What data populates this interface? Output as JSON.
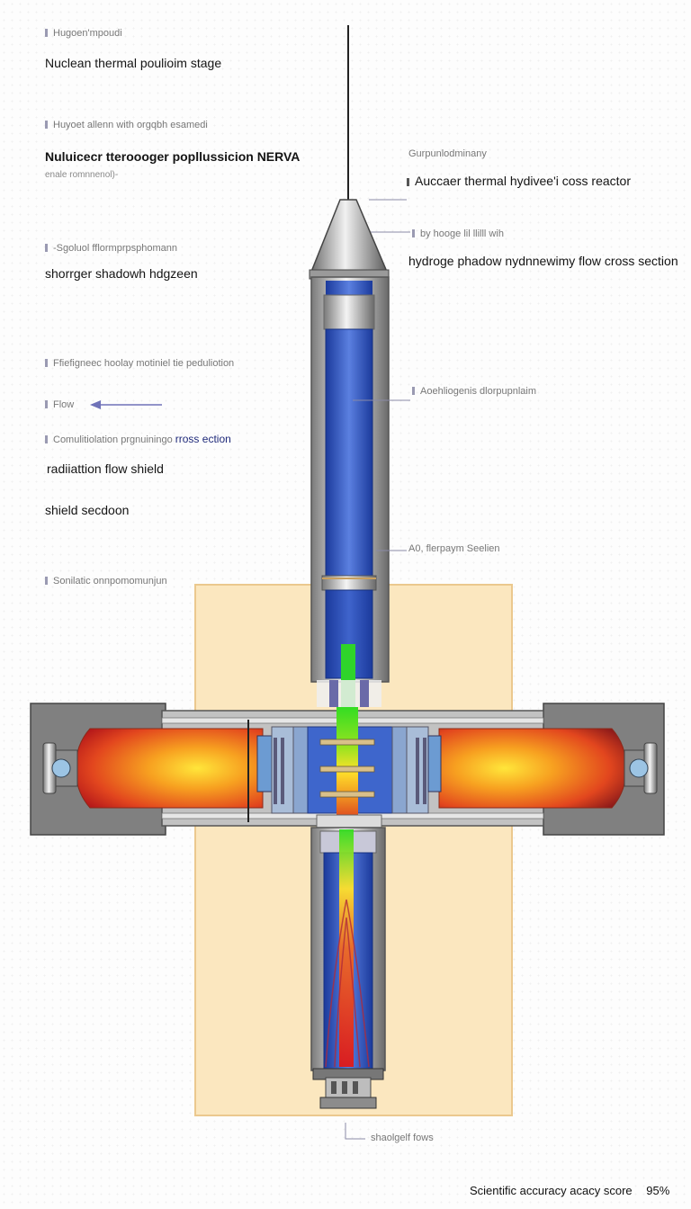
{
  "left_labels": [
    {
      "id": "hydrogen-input",
      "small": "Hugoen'mpoudi",
      "main": "Nuclean thermal poulioim stage"
    },
    {
      "id": "hydrogen-alternative",
      "small": "Huyoet allenn with orgqbh esamedi",
      "main": "Nuluicecr tteroooger popllussicion NERVA",
      "sub": "enale romnnenol)-"
    },
    {
      "id": "shadow-hydrogen",
      "small": "-Sgoluol fflormprpsphomann",
      "main": "shorrger shadowh hdgzeen"
    },
    {
      "id": "flow-propulsion",
      "small": "Ffiefigneec hoolay motiniel tie peduliotion"
    },
    {
      "id": "flow-arrow",
      "small": "Flow"
    },
    {
      "id": "radiation-cross-section",
      "small": "Comulitiolation prgnuiningo",
      "highlight": "rross ection",
      "main": "radiiattion flow  shield"
    },
    {
      "id": "shield-section",
      "main": "shield secdoon"
    },
    {
      "id": "synthetic-component",
      "small": "Sonilatic onnpomomunjun"
    }
  ],
  "right_labels": [
    {
      "id": "nuclear-thermal-reactor",
      "small": "Gurpunlodminany",
      "main": "Auccaer thermal hydivee'i coss reactor"
    },
    {
      "id": "hydrogen-shadow-flow",
      "small": "by hooge lil llilll wih",
      "main": "hydroge phadow nydnnewimy flow cross section"
    },
    {
      "id": "hydrogen-propulsion",
      "small": "Aoehliogenis dlorpupnlaim"
    },
    {
      "id": "section-a0",
      "small": "A0, flerpaym Seelien"
    }
  ],
  "bottom_label": "shaolgelf fows",
  "score": {
    "label": "Scientific accuracy acacy score",
    "value": "95%"
  },
  "colors": {
    "pipe_blue": "#2c4fb8",
    "hot_red": "#d8321e",
    "hot_yellow": "#ffe12a",
    "shield_bg": "#fbe7bf",
    "housing_gray": "#7d7d7d",
    "core_green": "#33dd22"
  }
}
